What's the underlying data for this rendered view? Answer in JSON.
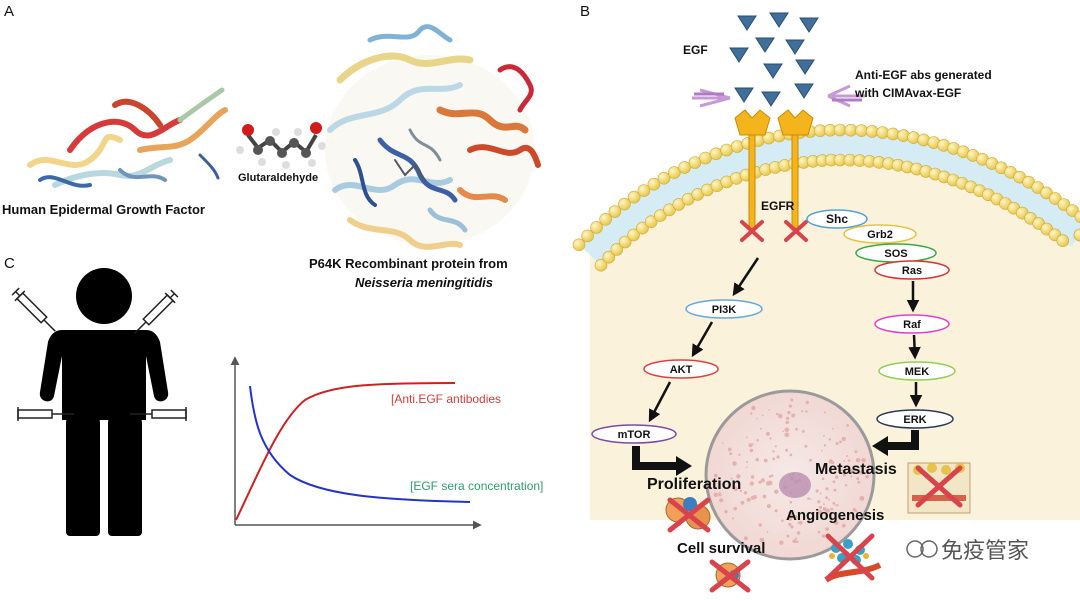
{
  "panels": {
    "a": "A",
    "b": "B",
    "c": "C"
  },
  "panel_a": {
    "egf_label": "Human Epidermal Growth Factor",
    "linker_label": "Glutaraldehyde",
    "p64k_label_line1": "P64K Recombinant protein from",
    "p64k_label_line2": "Neisseria meningitidis"
  },
  "panel_b": {
    "egf_label": "EGF",
    "antibody_label_line1": "Anti-EGF abs generated",
    "antibody_label_line2": "with CIMAvax-EGF",
    "receptor_label": "EGFR",
    "nodes": {
      "shc": "Shc",
      "grb2": "Grb2",
      "sos": "SOS",
      "ras": "Ras",
      "raf": "Raf",
      "mek": "MEK",
      "erk": "ERK",
      "pi3k": "PI3K",
      "akt": "AKT",
      "mtor": "mTOR"
    },
    "outcomes": {
      "proliferation": "Proliferation",
      "metastasis": "Metastasis",
      "angiogenesis": "Angiogenesis",
      "cell_survival": "Cell survival"
    },
    "colors": {
      "shc": "#5aa0d6",
      "grb2": "#e8c23c",
      "sos": "#3aa845",
      "ras": "#d9322e",
      "raf": "#e23fd0",
      "mek": "#8fd14f",
      "erk": "#2b3a55",
      "pi3k": "#6aa7d9",
      "akt": "#e0403c",
      "mtor": "#7a4ca0",
      "receptor": "#f3b51b",
      "egf": "#3f6f9a",
      "cytoplasm": "#fbf2dc",
      "membrane_head": "#f4dd6e",
      "membrane_bilayer": "#d6ecf5",
      "inhibition_x": "#d9434c",
      "antibody": "#c69ad6"
    }
  },
  "panel_c": {
    "series_red_label": "[Anti.EGF antibodies",
    "series_blue_label": "[EGF sera concentration]",
    "colors": {
      "red": "#cc2222",
      "blue": "#2233cc",
      "red_text": "#d23a3a",
      "green_text": "#2e9c6a"
    }
  },
  "watermark": "免疫管家"
}
